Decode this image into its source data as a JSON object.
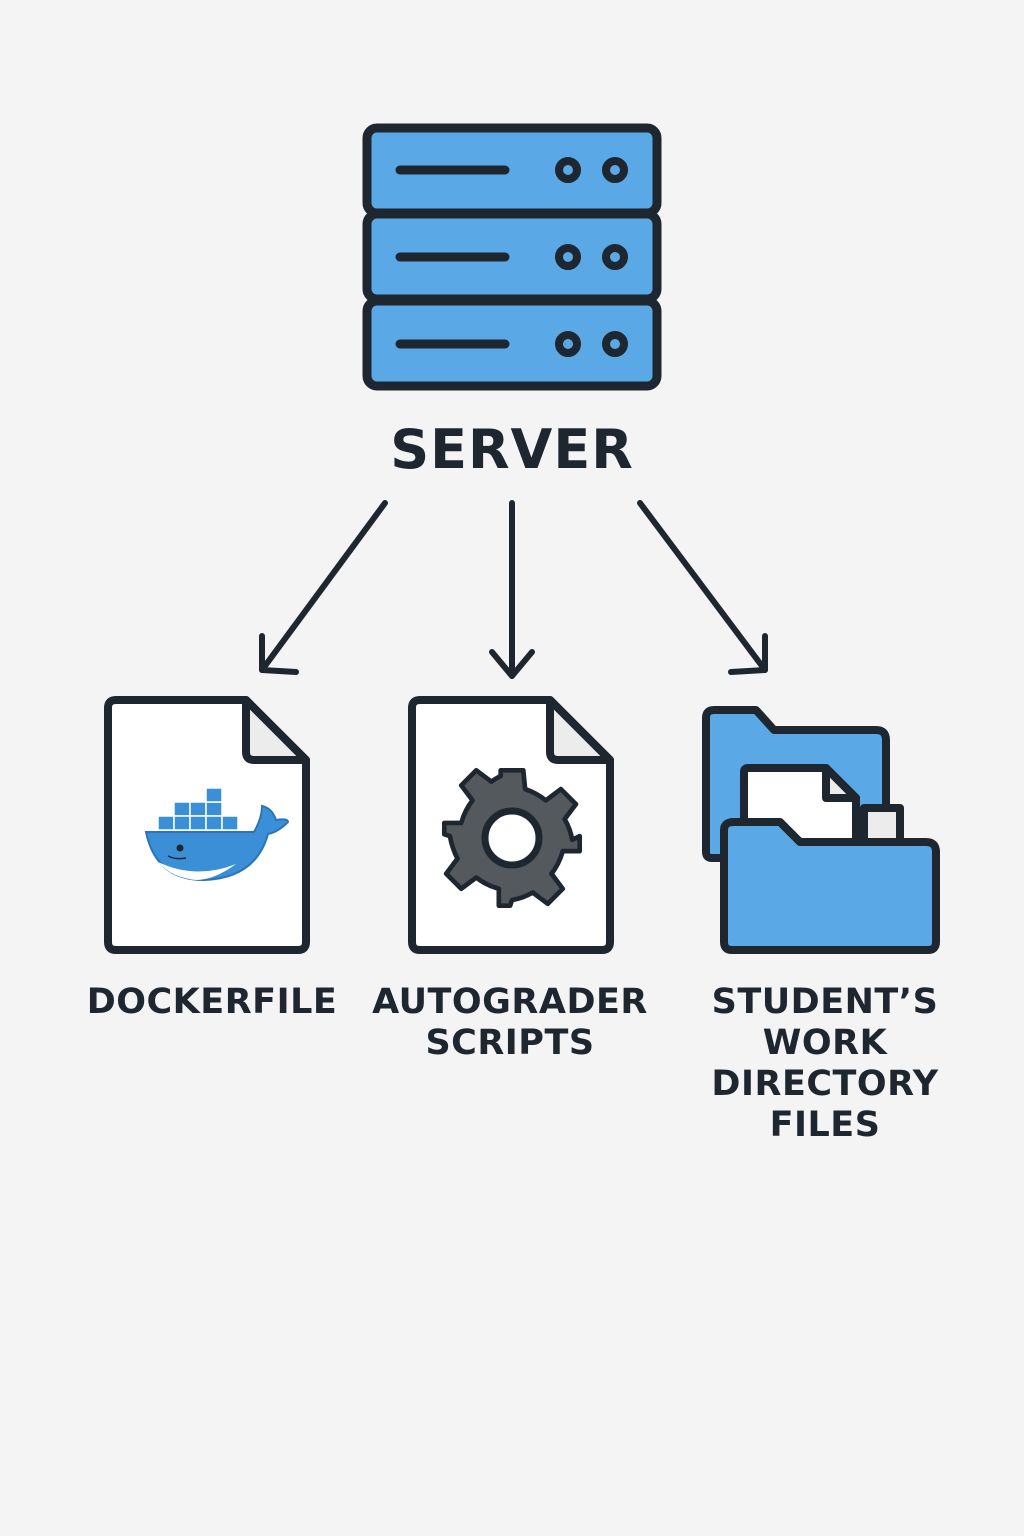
{
  "colors": {
    "stroke": "#1e2730",
    "blue": "#5aa9e6",
    "page_fill": "#ffffff",
    "fold_fill": "#ececec",
    "gear_fill": "#54595e",
    "docker_blue": "#3b8fd6",
    "docker_dark": "#2c74b8",
    "background": "#f4f4f4"
  },
  "server": {
    "icon": "server-rack-icon",
    "label": "SERVER"
  },
  "items": [
    {
      "icon": "dockerfile-document-icon",
      "lines": [
        "DOCKERFILE"
      ]
    },
    {
      "icon": "gear-document-icon",
      "lines": [
        "AUTOGRADER",
        "SCRIPTS"
      ]
    },
    {
      "icon": "folder-with-files-icon",
      "lines": [
        "STUDENT’S",
        "WORK",
        "DIRECTORY",
        "FILES"
      ]
    }
  ]
}
